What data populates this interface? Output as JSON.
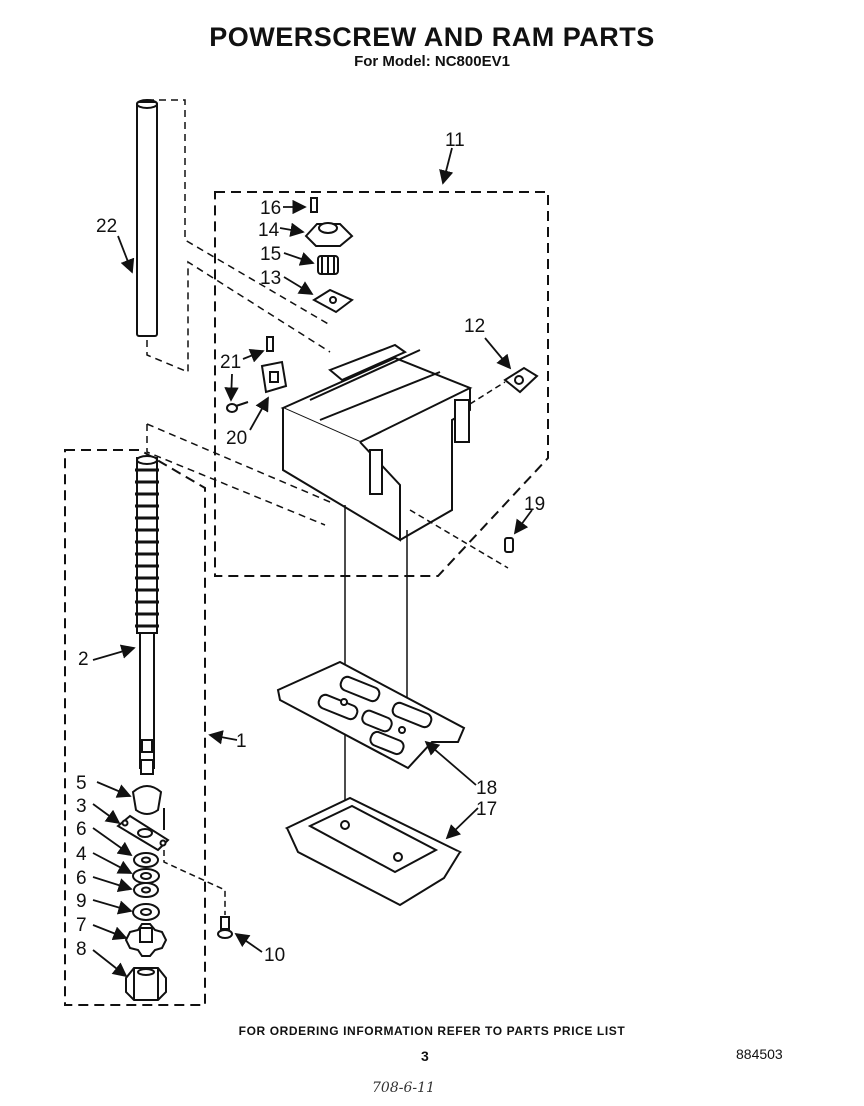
{
  "header": {
    "title": "POWERSCREW AND RAM PARTS",
    "subtitle": "For Model: NC800EV1"
  },
  "callouts": {
    "c1": "1",
    "c2": "2",
    "c3": "3",
    "c4": "4",
    "c5": "5",
    "c6a": "6",
    "c6b": "6",
    "c7": "7",
    "c8": "8",
    "c9": "9",
    "c10": "10",
    "c11": "11",
    "c12": "12",
    "c13": "13",
    "c14": "14",
    "c15": "15",
    "c16": "16",
    "c17": "17",
    "c18": "18",
    "c19": "19",
    "c20": "20",
    "c21": "21",
    "c22": "22"
  },
  "footer": {
    "ordering_note": "FOR ORDERING INFORMATION REFER TO PARTS PRICE LIST",
    "page_number": "3",
    "doc_number": "884503",
    "handwritten": "708-6-11"
  }
}
